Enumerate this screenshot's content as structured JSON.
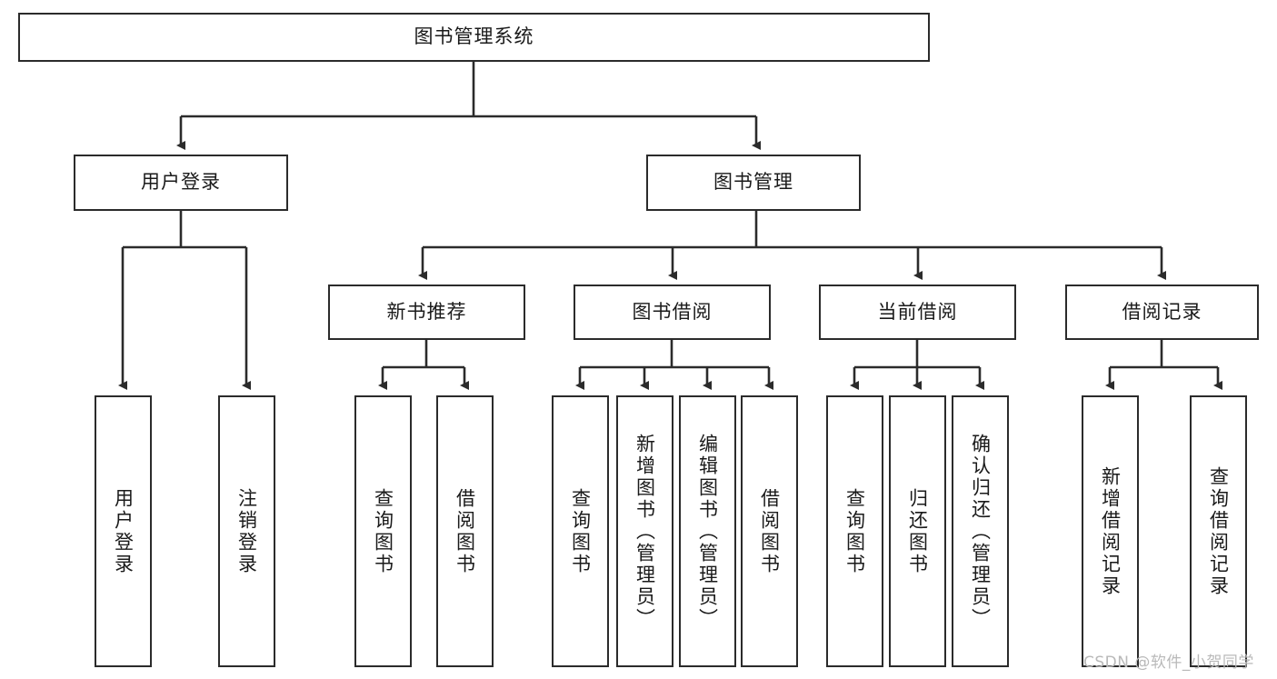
{
  "diagram": {
    "title": "图书管理系统",
    "type": "tree-hierarchy-diagram",
    "colors": {
      "box_border": "#2b2b2b",
      "box_fill": "#ffffff",
      "connector": "#2b2b2b",
      "watermark": "#b9b9b9",
      "background": "#ffffff"
    },
    "root": {
      "label": "图书管理系统"
    },
    "level2": [
      {
        "label": "用户登录"
      },
      {
        "label": "图书管理"
      }
    ],
    "level3": [
      {
        "label": "新书推荐"
      },
      {
        "label": "图书借阅"
      },
      {
        "label": "当前借阅"
      },
      {
        "label": "借阅记录"
      }
    ],
    "leaves": {
      "user_login": [
        {
          "label": "用户登录"
        },
        {
          "label": "注销登录"
        }
      ],
      "new_book_recommend": [
        {
          "label": "查询图书"
        },
        {
          "label": "借阅图书"
        }
      ],
      "book_borrow": [
        {
          "label": "查询图书"
        },
        {
          "label": "新增图书（管理员）"
        },
        {
          "label": "编辑图书（管理员）"
        },
        {
          "label": "借阅图书"
        }
      ],
      "current_borrow": [
        {
          "label": "查询图书"
        },
        {
          "label": "归还图书"
        },
        {
          "label": "确认归还（管理员）"
        }
      ],
      "borrow_record": [
        {
          "label": "新增借阅记录"
        },
        {
          "label": "查询借阅记录"
        }
      ]
    }
  },
  "watermark": {
    "text": "CSDN @软件_小贺同学"
  }
}
